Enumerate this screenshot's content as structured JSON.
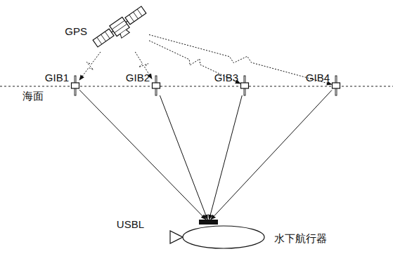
{
  "diagram": {
    "nodes": [
      {
        "text": [
          "GPS"
        ]
      },
      {
        "text": [
          "GIB1"
        ]
      },
      {
        "text": [
          "GIB2"
        ]
      },
      {
        "text": [
          "GIB3"
        ]
      },
      {
        "text": [
          "GIB4"
        ]
      },
      {
        "text": [
          "水下航行器"
        ]
      },
      {
        "text": [
          "USBL"
        ],
        "in": 5
      }
    ],
    "edges": [
      {
        "from": 0,
        "to": 1,
        "arrow": "to"
      },
      {
        "from": 0,
        "to": 2,
        "arrow": "to"
      },
      {
        "from": 0,
        "to": 3,
        "arrow": "to"
      },
      {
        "from": 0,
        "to": 4,
        "arrow": "to"
      },
      {
        "from": 1,
        "to": 6,
        "arrow": "to"
      },
      {
        "from": 2,
        "to": 6,
        "arrow": "to"
      },
      {
        "from": 3,
        "to": 6,
        "arrow": "to"
      },
      {
        "from": 4,
        "to": 6,
        "arrow": "to"
      }
    ],
    "labels": [
      "海面"
    ]
  }
}
